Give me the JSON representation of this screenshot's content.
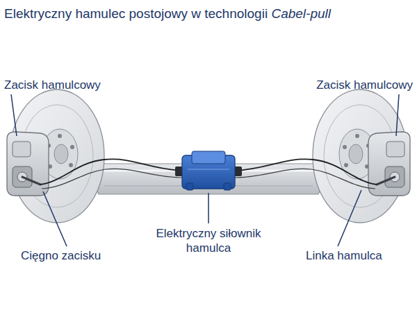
{
  "diagram": {
    "title": "Elektryczny hamulec postojowy w technologii Cabel-pull",
    "labels": [
      "Zacisk hamulcowy",
      "Zacisk hamulcowy",
      "Elektryczny siłownik hamulca",
      "Cięgno zacisku",
      "Linka hamulca"
    ]
  }
}
